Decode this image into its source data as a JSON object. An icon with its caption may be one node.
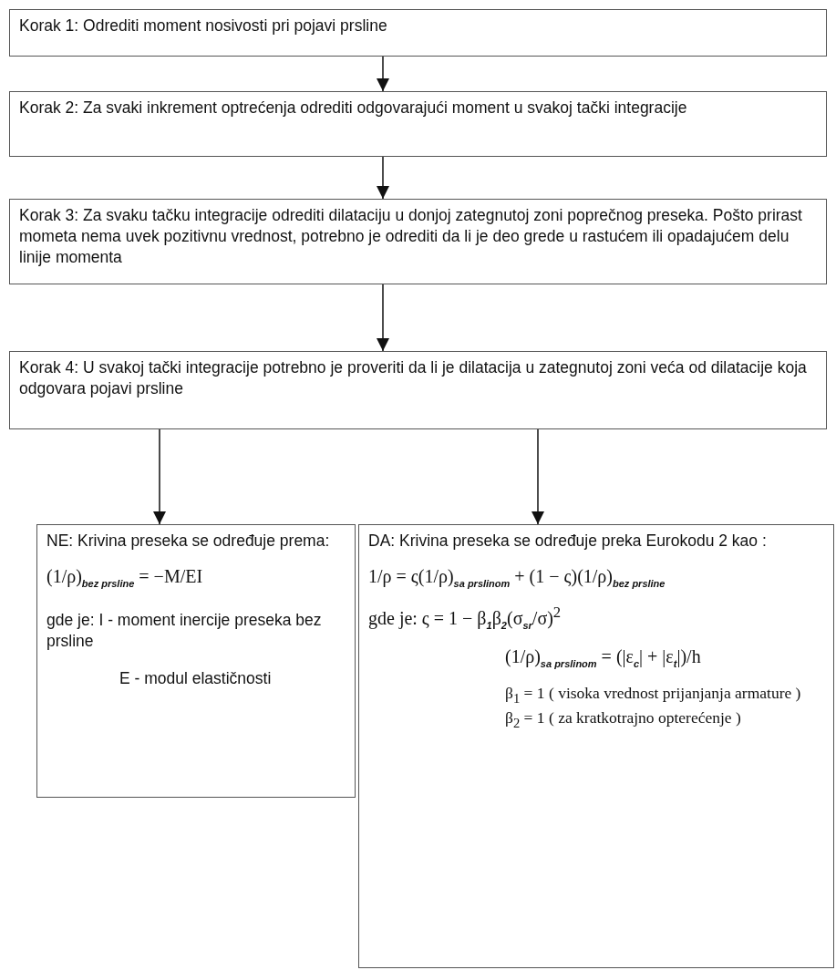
{
  "diagram": {
    "nodes": [
      {
        "text": [
          "Korak 1: Odrediti moment nosivosti pri pojavi prsline"
        ]
      },
      {
        "text": [
          "Korak 2: Za svaki inkrement optrećenja odrediti odgovarajući moment u svakoj tački integracije"
        ]
      },
      {
        "text": [
          "Korak 3: Za svaku tačku integracije odrediti dilataciju u donjoj zategnutoj zoni poprečnog preseka. Pošto prirast mometa nema uvek pozitivnu vrednost, potrebno je odrediti da li je deo grede u rastućem ili opadajućem delu linije momenta"
        ]
      },
      {
        "text": [
          "Korak 4: U svakoj tački integracije potrebno je proveriti da li je dilatacija u zategnutoj zoni veća od dilatacije koja odgovara pojavi prsline"
        ]
      },
      {
        "text": [
          "NE: Krivina preseka se određuje prema:",
          "(1/ρ)$_{bez prsline}$ = −M/EI",
          "gde je: I - moment inercije preseka bez prsline",
          "E - modul elastičnosti"
        ]
      },
      {
        "text": [
          "DA: Krivina preseka se određuje preka Eurokodu 2 kao :",
          "1/ρ = ς(1/ρ)$_{sa prslinom}$ + (1 − ς)(1/ρ)$_{bez prsline}$",
          "gde je: ς = 1 − β$_{1}$β$_{2}$(σ$_{sr}$/σ)$^{2}$",
          "(1/ρ)$_{sa prslinom}$ = (|ε$_{c}$| + |ε$_{t}$|)/h",
          "β$_{1}$ = 1 ( visoka vrednost prijanjanja armature )",
          "β$_{2}$ = 1 ( za kratkotrajno opterećenje )"
        ]
      }
    ],
    "edges": [
      {
        "from": 0,
        "to": 1,
        "arrow": "to"
      },
      {
        "from": 1,
        "to": 2,
        "arrow": "to"
      },
      {
        "from": 2,
        "to": 3,
        "arrow": "to"
      },
      {
        "from": 3,
        "to": 4,
        "arrow": "to"
      },
      {
        "from": 3,
        "to": 5,
        "arrow": "to"
      }
    ]
  }
}
